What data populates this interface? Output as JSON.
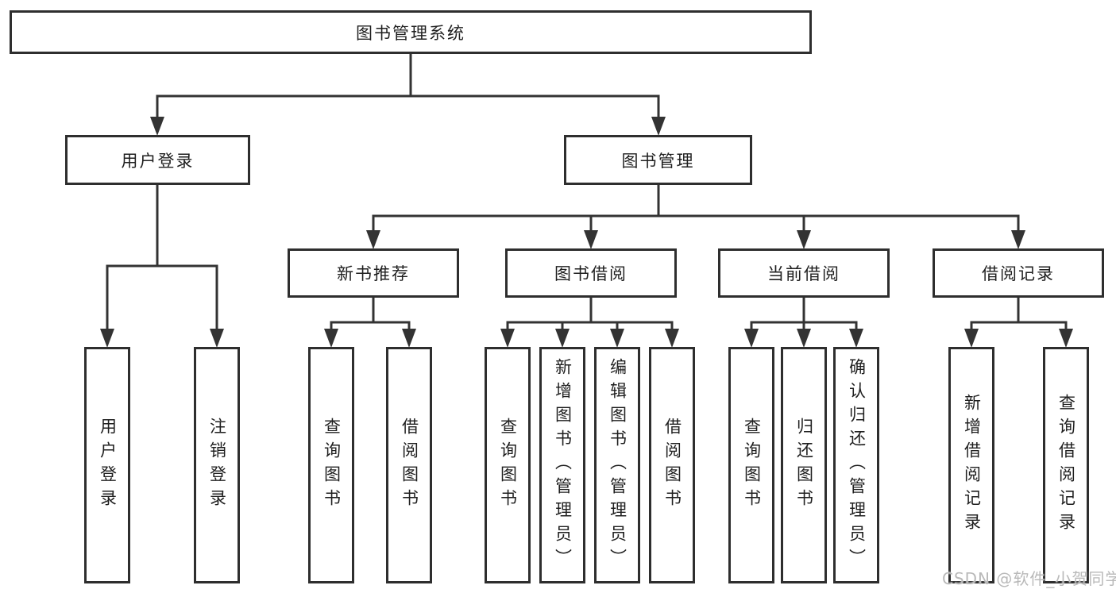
{
  "tree": {
    "root": {
      "label": "图书管理系统",
      "children": [
        {
          "label": "用户登录",
          "children": [
            {
              "label": "用户登录"
            },
            {
              "label": "注销登录"
            }
          ]
        },
        {
          "label": "图书管理",
          "children": [
            {
              "label": "新书推荐",
              "children": [
                {
                  "label": "查询图书"
                },
                {
                  "label": "借阅图书"
                }
              ]
            },
            {
              "label": "图书借阅",
              "children": [
                {
                  "label": "查询图书"
                },
                {
                  "label": "新增图书（管理员）"
                },
                {
                  "label": "编辑图书（管理员）"
                },
                {
                  "label": "借阅图书"
                }
              ]
            },
            {
              "label": "当前借阅",
              "children": [
                {
                  "label": "查询图书"
                },
                {
                  "label": "归还图书"
                },
                {
                  "label": "确认归还（管理员）"
                }
              ]
            },
            {
              "label": "借阅记录",
              "children": [
                {
                  "label": "新增借阅记录"
                },
                {
                  "label": "查询借阅记录"
                }
              ]
            }
          ]
        }
      ]
    }
  },
  "watermark": "CSDN @软件_小贺同学",
  "colors": {
    "line": "#333333",
    "box_border": "#2e2e2e",
    "box_bg": "#ffffff",
    "text": "#1f1f1f",
    "watermark": "#b9b9b9"
  }
}
